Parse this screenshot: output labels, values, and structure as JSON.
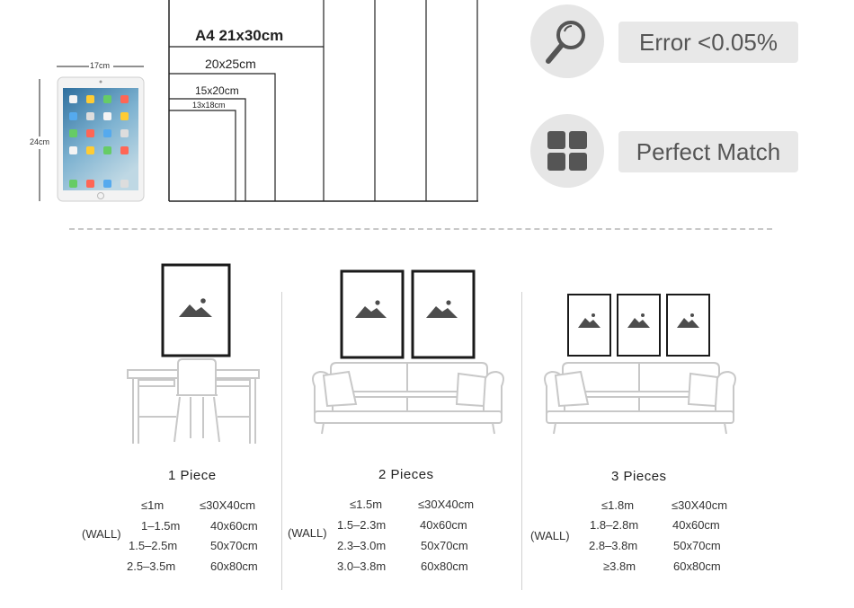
{
  "size_chart": {
    "ipad_width": "17cm",
    "ipad_height": "24cm",
    "sizes": [
      "A4  21x30cm",
      "20x25cm",
      "15x20cm",
      "13x18cm"
    ]
  },
  "badges": {
    "error_label": "Error <0.05%",
    "match_label": "Perfect Match",
    "icons": [
      "magnifier-icon",
      "grid-icon"
    ]
  },
  "sets": [
    {
      "title": "1 Piece",
      "wall_label": "(WALL)",
      "rows": [
        {
          "wall": "≤1m",
          "size": "≤30X40cm"
        },
        {
          "wall": "1–1.5m",
          "size": "40x60cm"
        },
        {
          "wall": "1.5–2.5m",
          "size": "50x70cm"
        },
        {
          "wall": "2.5–3.5m",
          "size": "60x80cm"
        }
      ]
    },
    {
      "title": "2 Pieces",
      "wall_label": "(WALL)",
      "rows": [
        {
          "wall": "≤1.5m",
          "size": "≤30X40cm"
        },
        {
          "wall": "1.5–2.3m",
          "size": "40x60cm"
        },
        {
          "wall": "2.3–3.0m",
          "size": "50x70cm"
        },
        {
          "wall": "3.0–3.8m",
          "size": "60x80cm"
        }
      ]
    },
    {
      "title": "3 Pieces",
      "wall_label": "(WALL)",
      "rows": [
        {
          "wall": "≤1.8m",
          "size": "≤30X40cm"
        },
        {
          "wall": "1.8–2.8m",
          "size": "40x60cm"
        },
        {
          "wall": "2.8–3.8m",
          "size": "50x70cm"
        },
        {
          "wall": "≥3.8m",
          "size": "60x80cm"
        }
      ]
    }
  ],
  "colors": {
    "frame": "#1a1a1a",
    "mountain": "#4d4d4d",
    "furniture": "#c8c8c8",
    "badge_bg": "#e6e6e6",
    "icon": "#555555"
  }
}
